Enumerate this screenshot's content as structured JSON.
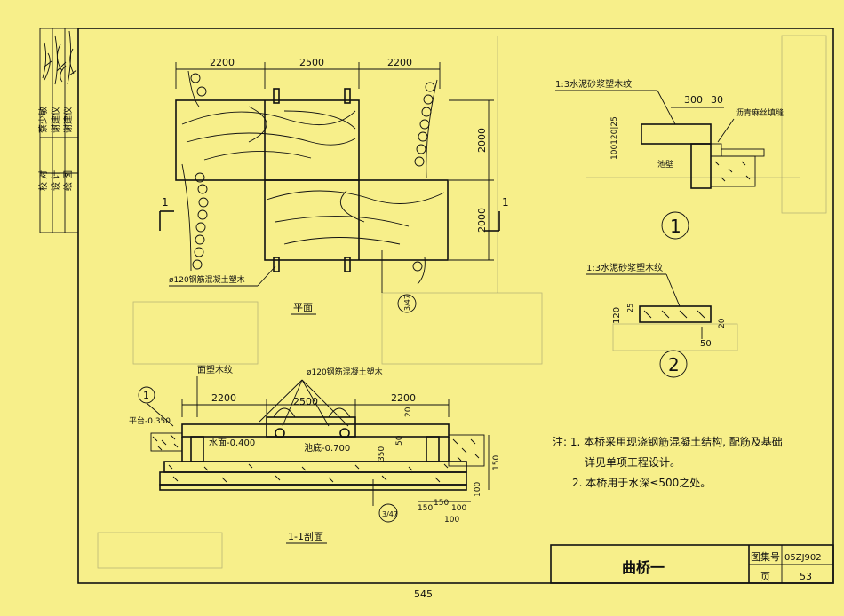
{
  "sidebar": {
    "rows": [
      {
        "role": "校  对",
        "name": "蔡少敏",
        "signature": "蔡少敏"
      },
      {
        "role": "设  计",
        "name": "谢建仪",
        "signature": "谢建仪"
      },
      {
        "role": "绘  图",
        "name": "谢建仪",
        "signature": "谢建仪"
      }
    ]
  },
  "plan": {
    "dims_top": [
      "2200",
      "2500",
      "2200"
    ],
    "dims_right": [
      "2000",
      "2000"
    ],
    "section_mark_left": "1",
    "section_mark_right": "1",
    "column_label": "ø120钢筋混凝土塑木",
    "detail_ref": "3/47",
    "title": "平面"
  },
  "section": {
    "label_top_left": "面塑木纹",
    "label_column": "ø120钢筋混凝土塑木",
    "dims_top": [
      "2200",
      "2500",
      "2200"
    ],
    "callout": "1",
    "platform": "平台-0.350",
    "water_level": "水面-0.400",
    "pool_bottom": "池底-0.700",
    "dim_vert_a": "20",
    "dim_vert_b": "50",
    "dim_vert_c": "350",
    "dim_right_a": "150",
    "dim_right_b": "100",
    "dims_bottom": [
      "150",
      "150",
      "100",
      "100"
    ],
    "detail_ref": "3/47",
    "title": "1-1剖面"
  },
  "detail1": {
    "label": "1:3水泥砂浆塑木纹",
    "dim_a": "300",
    "dim_b": "30",
    "joint_label": "沥青麻丝填缝",
    "dims_vert": "100120|25",
    "wall_label": "池壁",
    "number": "1"
  },
  "detail2": {
    "label": "1:3水泥砂浆塑木纹",
    "dims_vert": "120",
    "dim_small": "25",
    "dim_right": "20",
    "dim_bottom": "50",
    "number": "2"
  },
  "notes": {
    "line1": "注: 1. 本桥采用现浇钢筋混凝土结构, 配筋及基础",
    "line2": "详见单项工程设计。",
    "line3": "2. 本桥用于水深≤500之处。"
  },
  "title_block": {
    "drawing_title": "曲桥一",
    "atlas_label": "图集号",
    "atlas_code": "05ZJ902",
    "page_label": "页",
    "page_no": "53"
  },
  "footer": {
    "page_number": "545"
  }
}
